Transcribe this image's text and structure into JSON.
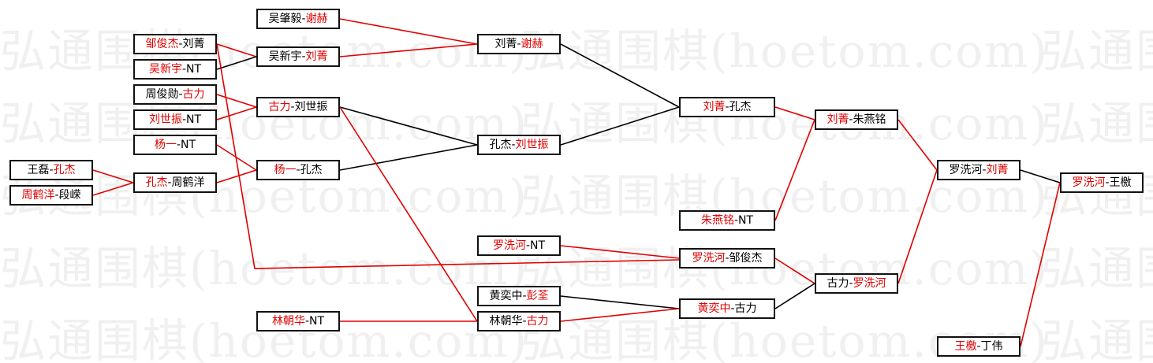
{
  "watermark": "弘通围棋(hoetom.com)",
  "colors": {
    "winner": "#e00000",
    "loser": "#000000",
    "line_win": "#e00000",
    "line_lose": "#000000"
  },
  "separator": "-",
  "matches": [
    {
      "id": "m1",
      "p1": "邹俊杰",
      "p2": "刘菁",
      "winner": 1
    },
    {
      "id": "m2",
      "p1": "吴新宇",
      "p2": "NT",
      "winner": 1
    },
    {
      "id": "m3",
      "p1": "周俊勋",
      "p2": "古力",
      "winner": 2
    },
    {
      "id": "m4",
      "p1": "刘世振",
      "p2": "NT",
      "winner": 1
    },
    {
      "id": "m5",
      "p1": "杨一",
      "p2": "NT",
      "winner": 1
    },
    {
      "id": "m6",
      "p1": "王磊",
      "p2": "孔杰",
      "winner": 2
    },
    {
      "id": "m7",
      "p1": "周鹤洋",
      "p2": "段嵘",
      "winner": 1
    },
    {
      "id": "m8",
      "p1": "吴肇毅",
      "p2": "谢赫",
      "winner": 2
    },
    {
      "id": "m9",
      "p1": "吴新宇",
      "p2": "刘菁",
      "winner": 2
    },
    {
      "id": "m10",
      "p1": "古力",
      "p2": "刘世振",
      "winner": 1
    },
    {
      "id": "m11",
      "p1": "杨一",
      "p2": "孔杰",
      "winner": 1
    },
    {
      "id": "m12",
      "p1": "孔杰",
      "p2": "周鹤洋",
      "winner": 1
    },
    {
      "id": "m13",
      "p1": "林朝华",
      "p2": "NT",
      "winner": 1
    },
    {
      "id": "m14",
      "p1": "刘菁",
      "p2": "谢赫",
      "winner": 2
    },
    {
      "id": "m15",
      "p1": "孔杰",
      "p2": "刘世振",
      "winner": 2
    },
    {
      "id": "m16",
      "p1": "罗洗河",
      "p2": "NT",
      "winner": 1
    },
    {
      "id": "m17",
      "p1": "黄奕中",
      "p2": "彭荃",
      "winner": 2
    },
    {
      "id": "m18",
      "p1": "林朝华",
      "p2": "古力",
      "winner": 2
    },
    {
      "id": "m19",
      "p1": "刘菁",
      "p2": "孔杰",
      "winner": 1
    },
    {
      "id": "m20",
      "p1": "朱燕铭",
      "p2": "NT",
      "winner": 1
    },
    {
      "id": "m21",
      "p1": "罗洗河",
      "p2": "邹俊杰",
      "winner": 1
    },
    {
      "id": "m22",
      "p1": "黄奕中",
      "p2": "古力",
      "winner": 1
    },
    {
      "id": "m23",
      "p1": "刘菁",
      "p2": "朱燕铭",
      "winner": 1
    },
    {
      "id": "m24",
      "p1": "古力",
      "p2": "罗洗河",
      "winner": 2
    },
    {
      "id": "m25",
      "p1": "罗洗河",
      "p2": "刘菁",
      "winner": 2
    },
    {
      "id": "m26",
      "p1": "王檄",
      "p2": "丁伟",
      "winner": 1
    },
    {
      "id": "m27",
      "p1": "罗洗河",
      "p2": "王檄",
      "winner": 1
    }
  ]
}
